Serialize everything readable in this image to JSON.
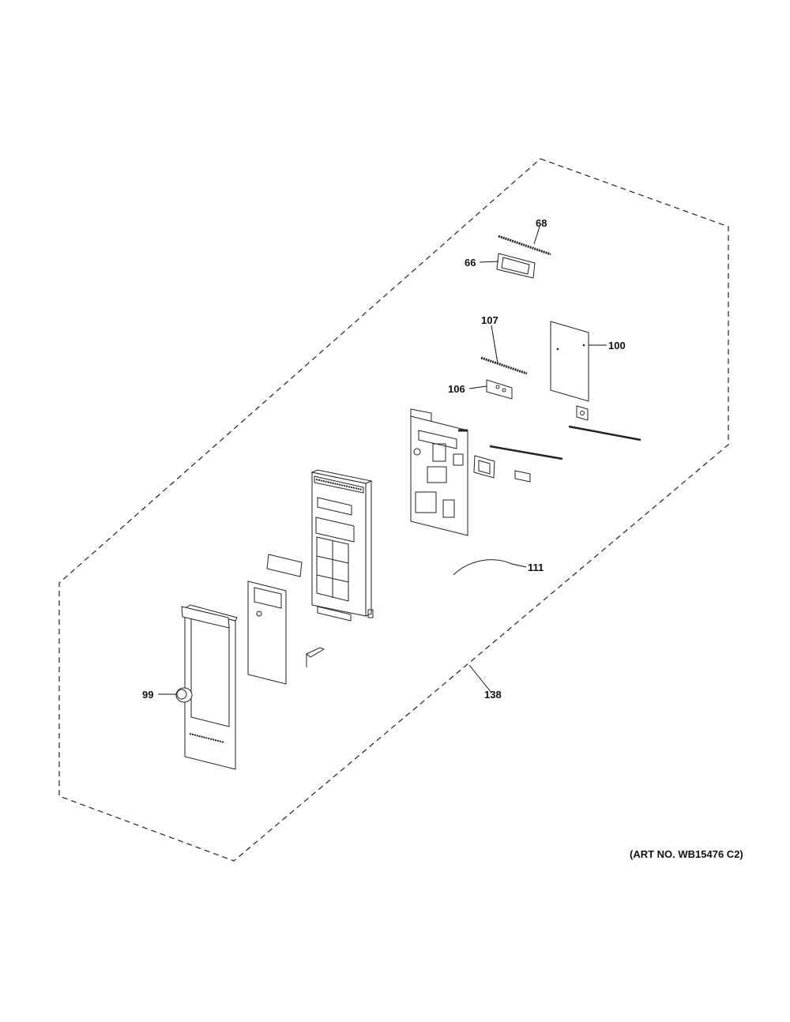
{
  "callouts": {
    "p68": "68",
    "p66": "66",
    "p107": "107",
    "p100": "100",
    "p106": "106",
    "p111": "111",
    "p138": "138",
    "p99": "99"
  },
  "art_number": "(ART NO. WB15476 C2)"
}
